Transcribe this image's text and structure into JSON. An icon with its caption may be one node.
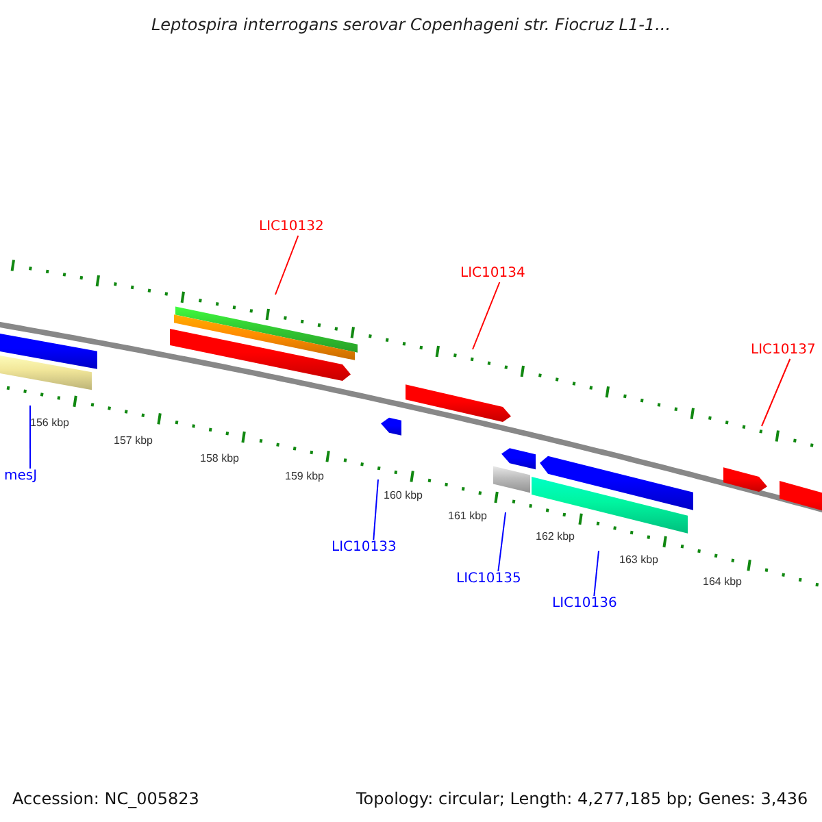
{
  "diagram": {
    "title": "Leptospira interrogans serovar Copenhageni str. Fiocruz L1-1...",
    "nodes": [
      {
        "text": [
          "LIC10132"
        ]
      },
      {
        "text": [
          "LIC10134"
        ]
      },
      {
        "text": [
          "LIC10137"
        ]
      },
      {
        "text": [
          "mesJ"
        ]
      },
      {
        "text": [
          "LIC10133"
        ]
      },
      {
        "text": [
          "LIC10135"
        ]
      },
      {
        "text": [
          "LIC10136"
        ]
      }
    ],
    "edges": [
      {
        "from": 0,
        "to": null,
        "arrow": "none",
        "color": "#ff0000"
      },
      {
        "from": 1,
        "to": null,
        "arrow": "none",
        "color": "#ff0000"
      },
      {
        "from": 2,
        "to": null,
        "arrow": "none",
        "color": "#ff0000"
      },
      {
        "from": 3,
        "to": null,
        "arrow": "none"
      },
      {
        "from": 4,
        "to": null,
        "arrow": "none"
      },
      {
        "from": 5,
        "to": null,
        "arrow": "none"
      },
      {
        "from": 6,
        "to": null,
        "arrow": "none"
      }
    ],
    "labels": [
      "156 kbp",
      "157 kbp",
      "158 kbp",
      "159 kbp",
      "160 kbp",
      "161 kbp",
      "162 kbp",
      "163 kbp",
      "164 kbp",
      "Accession: NC_005823",
      "Topology: circular; Length: 4,277,185 bp; Genes: 3,436"
    ]
  }
}
